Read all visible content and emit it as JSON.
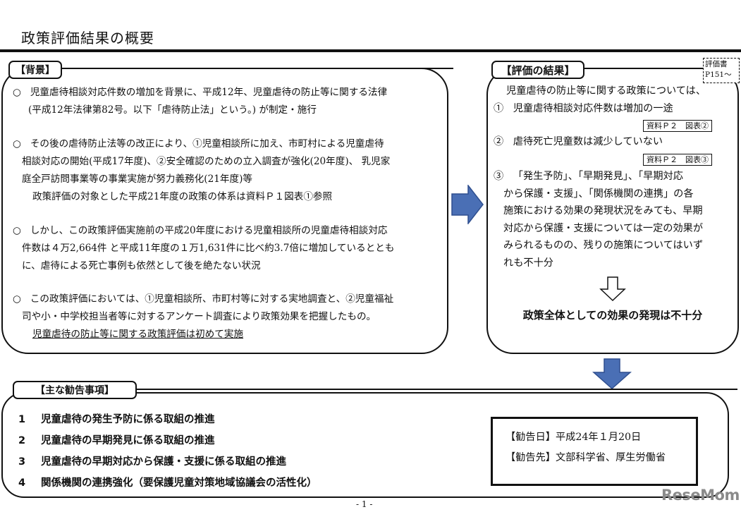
{
  "page": {
    "title": "政策評価結果の概要",
    "page_number": "- 1 -",
    "watermark": "ReseMom"
  },
  "background": {
    "heading": "【背景】",
    "paragraphs": [
      {
        "bullet": "○",
        "lines": [
          "児童虐待相談対応件数の増加を背景に、平成12年、児童虐待の防止等に関する法律",
          "(平成12年法律第82号。以下「虐待防止法」という。) が制定・施行"
        ]
      },
      {
        "bullet": "○",
        "lines": [
          "その後の虐待防止法等の改正により、①児童相談所に加え、市町村による児童虐待",
          "相談対応の開始(平成17年度)、②安全確認のための立入調査が強化(20年度)、 乳児家",
          "庭全戸訪問事業等の事業実施が努力義務化(21年度)等"
        ],
        "note": "政策評価の対象とした平成21年度の政策の体系は資料Ｐ１図表①参照"
      },
      {
        "bullet": "○",
        "lines": [
          "しかし、この政策評価実施前の平成20年度における児童相談所の児童虐待相談対応",
          "件数は４万2,664件 と平成11年度の１万1,631件に比べ約3.7倍に増加しているととも",
          "に、虐待による死亡事例も依然として後を絶たない状況"
        ]
      },
      {
        "bullet": "○",
        "lines": [
          "この政策評価においては、①児童相談所、市町村等に対する実地調査と、②児童福祉",
          "司や小・中学校担当者等に対するアンケート調査により政策効果を把握したもの。"
        ],
        "underlined_note": "児童虐待の防止等に関する政策評価は初めて実施"
      }
    ]
  },
  "results": {
    "heading": "【評価の結果】",
    "reference": {
      "line1": "評価書",
      "line2": "P151～"
    },
    "intro": "児童虐待の防止等に関する政策については、",
    "items": [
      {
        "num": "①",
        "text": "児童虐待相談対応件数は増加の一途",
        "source": "資料Ｐ２　図表②"
      },
      {
        "num": "②",
        "text": "虐待死亡児童数は減少していない",
        "source": "資料Ｐ２　図表③"
      },
      {
        "num": "③",
        "lines": [
          "「発生予防」、「早期発見」、「早期対応",
          "から保護・支援」、「関係機関の連携」の各",
          "施策における効果の発現状況をみても、早期",
          "対応から保護・支援については一定の効果が",
          "みられるものの、残りの施策についてはいず",
          "れも不十分"
        ]
      }
    ],
    "conclusion": "政策全体としての効果の発現は不十分"
  },
  "recommendations": {
    "heading": "【主な勧告事項】",
    "items": [
      {
        "num": "1",
        "text": "児童虐待の発生予防に係る取組の推進"
      },
      {
        "num": "2",
        "text": "児童虐待の早期発見に係る取組の推進"
      },
      {
        "num": "3",
        "text": "児童虐待の早期対応から保護・支援に係る取組の推進"
      },
      {
        "num": "4",
        "text": "関係機関の連携強化（要保護児童対策地域協議会の活性化）"
      }
    ],
    "date_label": "【勧告日】",
    "date_value": "平成24年１月20日",
    "recipient_label": "【勧告先】",
    "recipient_value": "文部科学省、厚生労働省"
  },
  "colors": {
    "arrow_fill": "#4a6fb5",
    "arrow_stroke": "#2f4f8f",
    "border": "#111111",
    "watermark": "#8a8a8a"
  }
}
